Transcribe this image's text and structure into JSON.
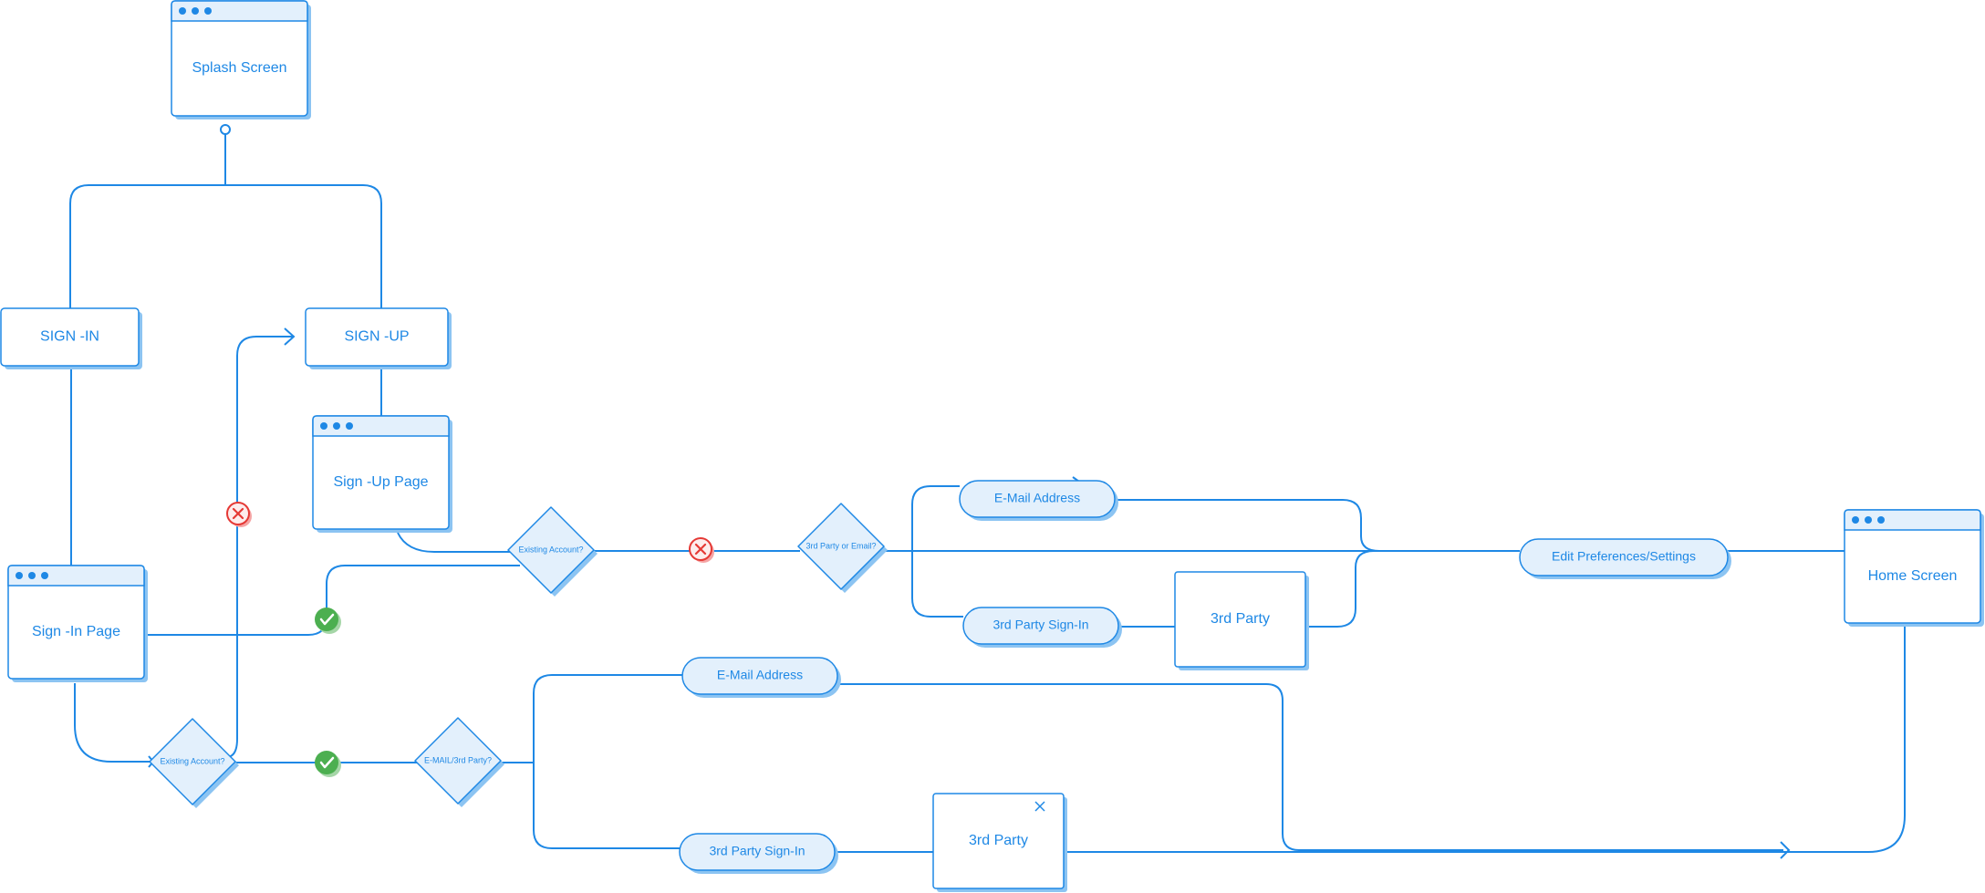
{
  "colors": {
    "line": "#1e88e5",
    "fill": "#e3f0fc",
    "white": "#ffffff",
    "shadow": "#8cc4f2",
    "dot": "#1e88e5",
    "ok": "#4caf50",
    "ok_shadow": "#a5d6a7",
    "err": "#e53935",
    "err_fill": "#fdecec",
    "err_shadow": "#f5a5a5"
  },
  "screens": {
    "splash": "Splash Screen",
    "sign_up_page": "Sign -Up Page",
    "sign_in_page": "Sign -In Page",
    "home": "Home Screen"
  },
  "buttons": {
    "sign_in": "SIGN -IN",
    "sign_up": "SIGN -UP"
  },
  "decisions": {
    "existing_account_upper": "Existing Account?",
    "third_party_or_email": "3rd Party or Email?",
    "existing_account_lower": "Existing Account?",
    "email_or_third_party": "E-MAIL/3rd Party?"
  },
  "pills": {
    "email_upper": "E-Mail Address",
    "third_party_signin_upper": "3rd Party Sign-In",
    "edit_prefs": "Edit Preferences/Settings",
    "email_lower": "E-Mail Address",
    "third_party_signin_lower": "3rd Party Sign-In"
  },
  "boxes": {
    "third_party_upper": "3rd Party",
    "third_party_lower": "3rd Party"
  },
  "icons": {
    "success": "check-circle-icon",
    "failure": "x-circle-icon",
    "close": "close-icon",
    "window_dots": "window-dots-icon",
    "arrow": "chevron-right-icon"
  }
}
